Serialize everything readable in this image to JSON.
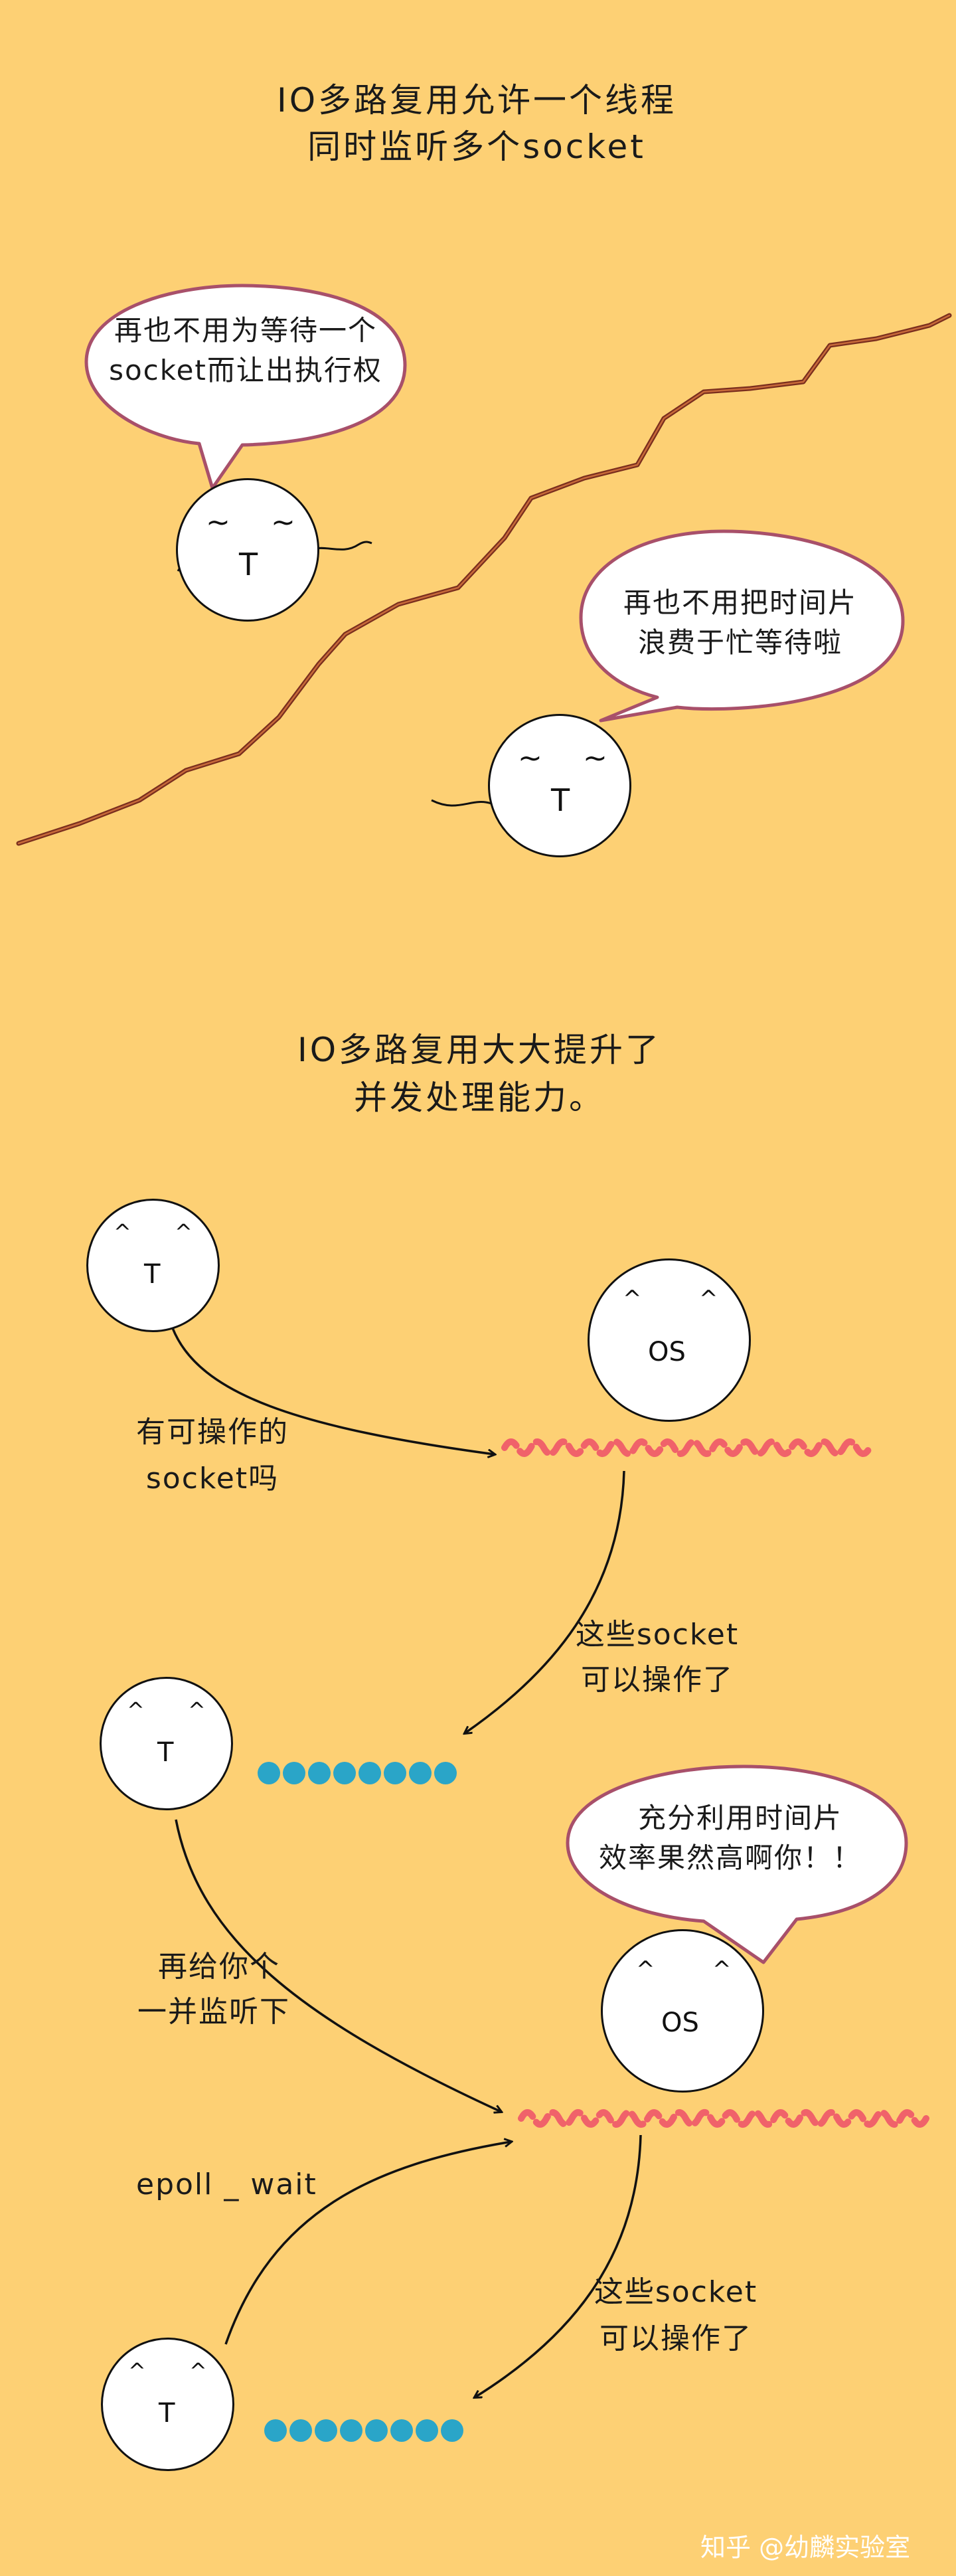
{
  "header": {
    "line1": "IO多路复用允许一个线程",
    "line2": "同时监听多个socket"
  },
  "bubble_top": {
    "line1": "再也不用为等待一个",
    "line2": "socket而让出执行权"
  },
  "bubble_mid": {
    "line1": "再也不用把时间片",
    "line2": "浪费于忙等待啦"
  },
  "section2": {
    "line1": "IO多路复用大大提升了",
    "line2": "并发处理能力。"
  },
  "face_labels": {
    "thread": "T",
    "os": "OS",
    "eye": "^",
    "squiggle_eye": "~"
  },
  "flow": {
    "ask": {
      "line1": "有可操作的",
      "line2": "socket吗"
    },
    "reply1": {
      "line1": "这些socket",
      "line2": "可以操作了"
    },
    "again": {
      "line1": "再给你个",
      "line2": "一并监听下"
    },
    "epoll": "epoll _ wait",
    "reply2": {
      "line1": "这些socket",
      "line2": "可以操作了"
    }
  },
  "bubble_os": {
    "line1": "充分利用时间片",
    "line2": "效率果然高啊你！！"
  },
  "watermark": "知乎 @幼麟实验室",
  "colors": {
    "background": "#FDD074",
    "wave": "#F0626A",
    "dot": "#2AA5C8",
    "bubble_border": "#A8506A",
    "line": "#7A2E1E"
  }
}
